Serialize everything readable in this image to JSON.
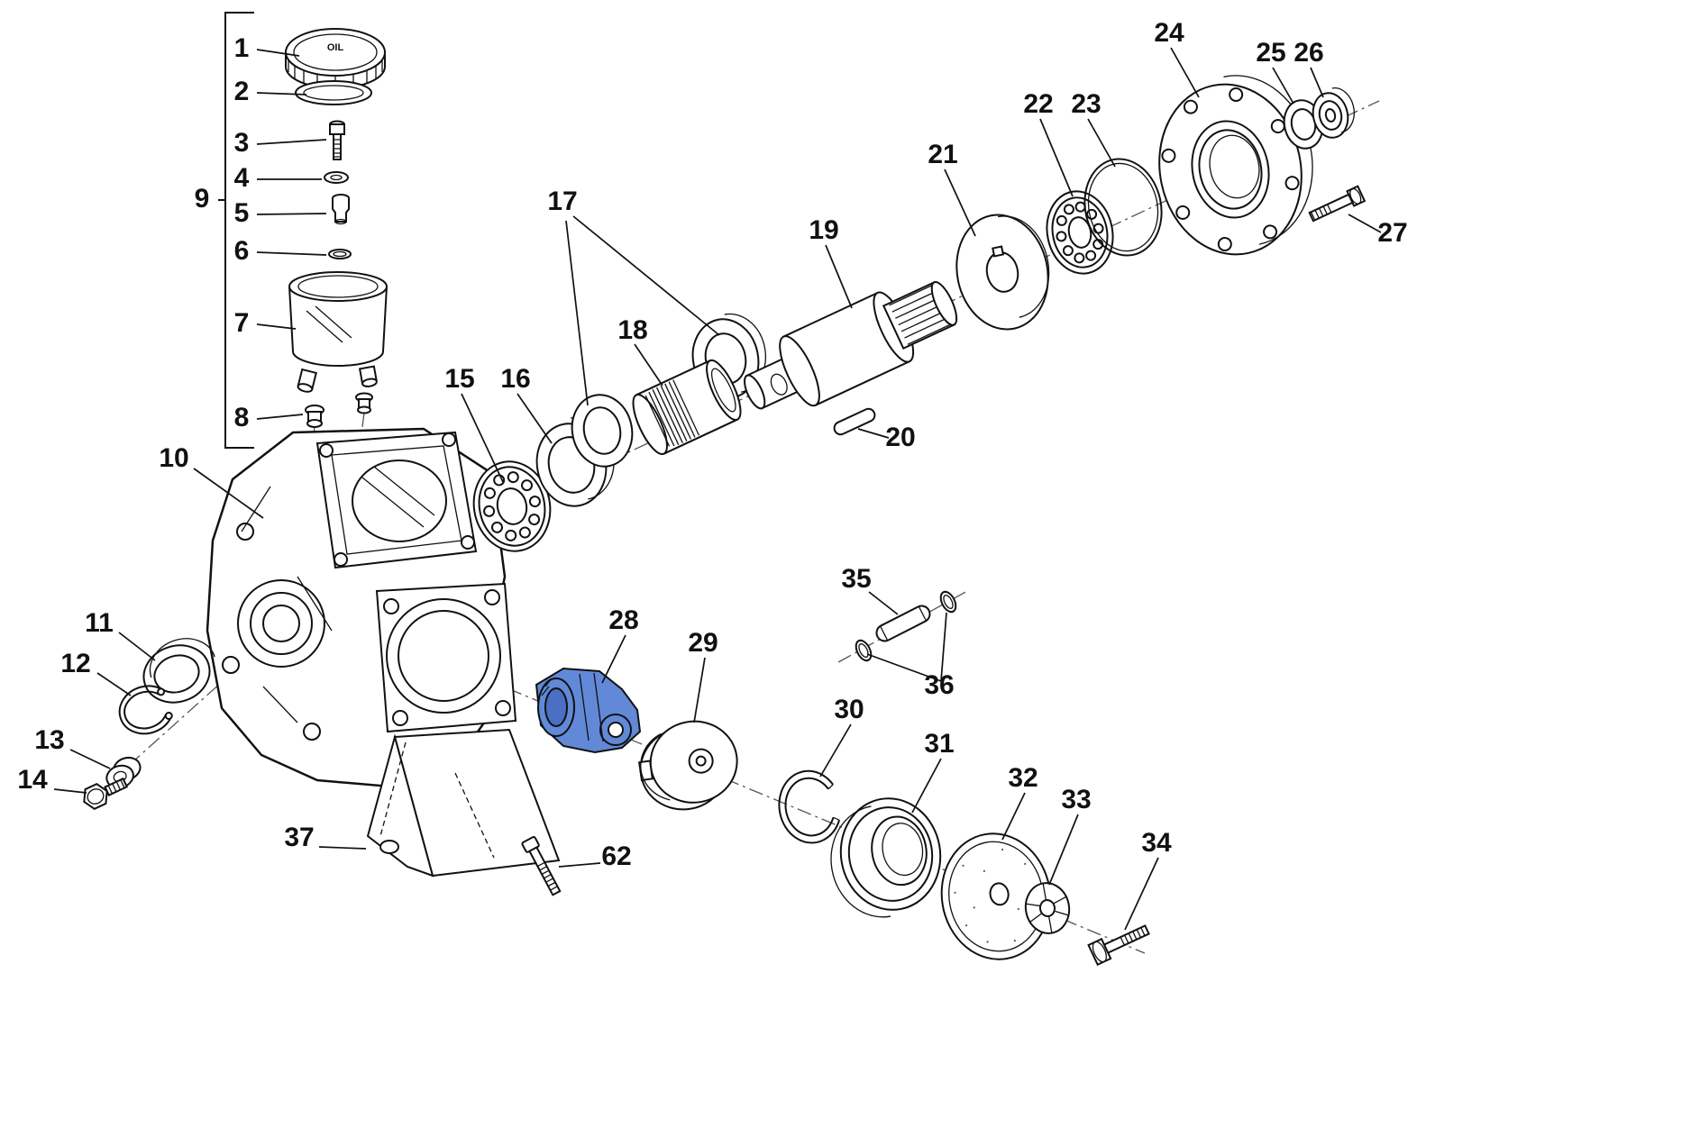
{
  "diagram": {
    "type": "exploded-parts-diagram",
    "background": "#ffffff",
    "line_color": "#111111",
    "highlight_color": "#6189d8",
    "highlighted_callout": "28",
    "cap_text": "OIL",
    "callouts": [
      {
        "label": "1"
      },
      {
        "label": "2"
      },
      {
        "label": "3"
      },
      {
        "label": "4"
      },
      {
        "label": "5"
      },
      {
        "label": "6"
      },
      {
        "label": "7"
      },
      {
        "label": "8"
      },
      {
        "label": "9"
      },
      {
        "label": "10"
      },
      {
        "label": "11"
      },
      {
        "label": "12"
      },
      {
        "label": "13"
      },
      {
        "label": "14"
      },
      {
        "label": "15"
      },
      {
        "label": "16"
      },
      {
        "label": "17"
      },
      {
        "label": "18"
      },
      {
        "label": "19"
      },
      {
        "label": "20"
      },
      {
        "label": "21"
      },
      {
        "label": "22"
      },
      {
        "label": "23"
      },
      {
        "label": "24"
      },
      {
        "label": "25"
      },
      {
        "label": "26"
      },
      {
        "label": "27"
      },
      {
        "label": "28"
      },
      {
        "label": "29"
      },
      {
        "label": "30"
      },
      {
        "label": "31"
      },
      {
        "label": "32"
      },
      {
        "label": "33"
      },
      {
        "label": "34"
      },
      {
        "label": "35"
      },
      {
        "label": "36"
      },
      {
        "label": "37"
      },
      {
        "label": "62"
      }
    ]
  }
}
